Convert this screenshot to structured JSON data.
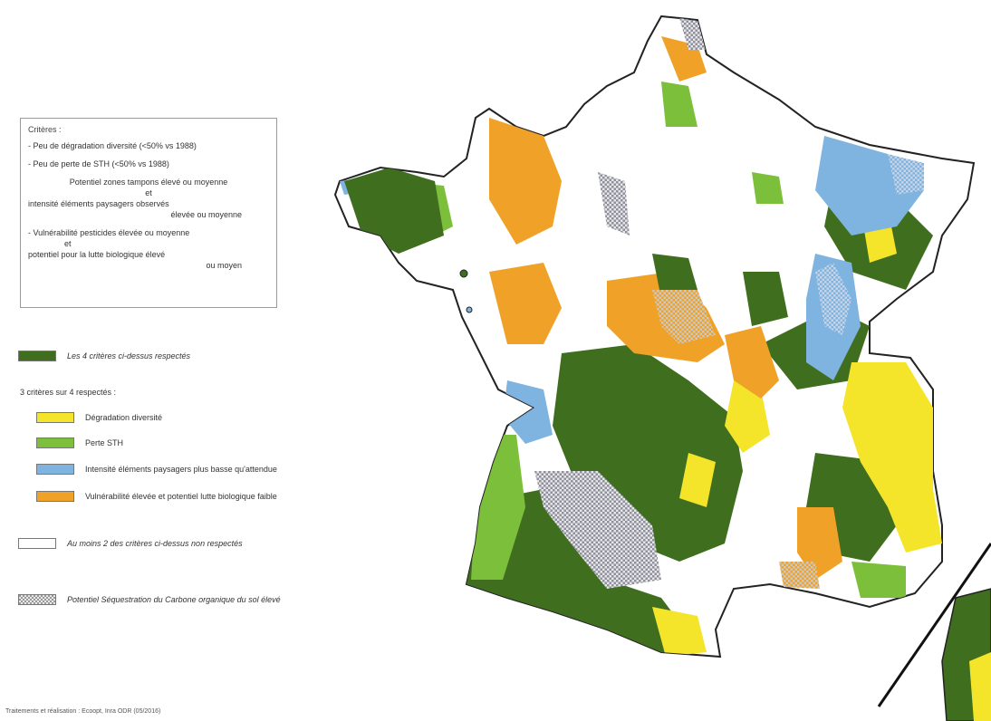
{
  "criteria": {
    "title": "Critères :",
    "items": [
      {
        "lines": [
          "- Peu de dégradation diversité (<50% vs 1988)"
        ]
      },
      {
        "lines": [
          "- Peu de perte de STH (<50% vs 1988)"
        ]
      },
      {
        "lines": [
          "Potentiel zones tampons élevé ou moyenne",
          "et",
          "intensité éléments paysagers observés",
          "élevée ou moyenne"
        ]
      },
      {
        "lines": [
          "- Vulnérabilité pesticides élevée ou moyenne",
          "et",
          "potentiel pour la lutte biologique élevé",
          "ou moyen"
        ]
      }
    ]
  },
  "legend": {
    "all_four": {
      "label": "Les 4 critères ci-dessus respectés",
      "color": "#3f6e1e"
    },
    "three_of_four_title": "3 critères sur 4 respectés :",
    "three_of_four": [
      {
        "label": "Dégradation diversité",
        "color": "#f5e52a"
      },
      {
        "label": "Perte STH",
        "color": "#7cbf3a"
      },
      {
        "label": "Intensité éléments paysagers plus basse qu'attendue",
        "color": "#7fb4e0"
      },
      {
        "label": "Vulnérabilité élevée et potentiel lutte biologique faible",
        "color": "#f0a228"
      }
    ],
    "two_not_met": {
      "label": "Au moins 2 des critères ci-dessus non respectés",
      "color": "#ffffff"
    },
    "carbon": {
      "label": "Potentiel Séquestration du Carbone organique du sol élevé"
    }
  },
  "source": "Traitements et réalisation : Ecoopt, Inra ODR (05/2016)",
  "map": {
    "region": "France"
  }
}
